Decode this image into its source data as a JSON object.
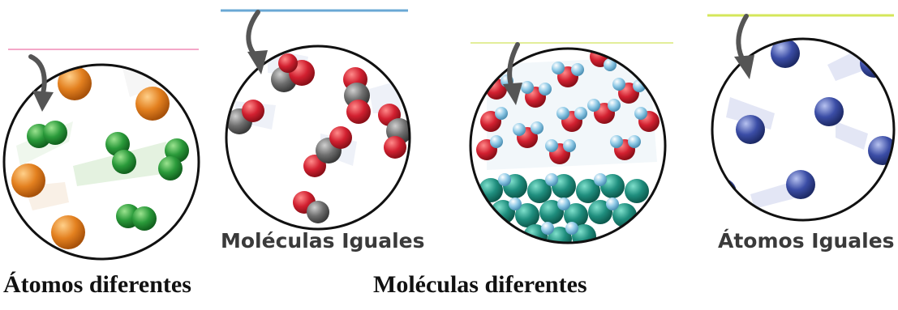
{
  "panels": [
    {
      "id": "atoms-different",
      "accent": "#f4a7c8",
      "caption_below": "Átomos diferentes"
    },
    {
      "id": "molecules-same",
      "accent": "#6aa8d4",
      "caption_inside": "Moléculas Iguales"
    },
    {
      "id": "molecules-different",
      "accent": "#e3ee9a",
      "caption_below": "Moléculas diferentes"
    },
    {
      "id": "atoms-same",
      "accent": "#d4e75a",
      "caption_inside": "Átomos Iguales"
    }
  ],
  "colors": {
    "orange_atom": "#e3801f",
    "green_atom": "#2a9a3a",
    "red_atom": "#d22030",
    "gray_atom": "#6e6e6e",
    "teal_atom": "#1f8e7e",
    "lightblue_atom": "#8ec9e6",
    "blue_atom": "#3b4da6",
    "arrow": "#555555",
    "circle_outline": "#111111"
  },
  "icons": [
    "curved-arrow-icon"
  ]
}
